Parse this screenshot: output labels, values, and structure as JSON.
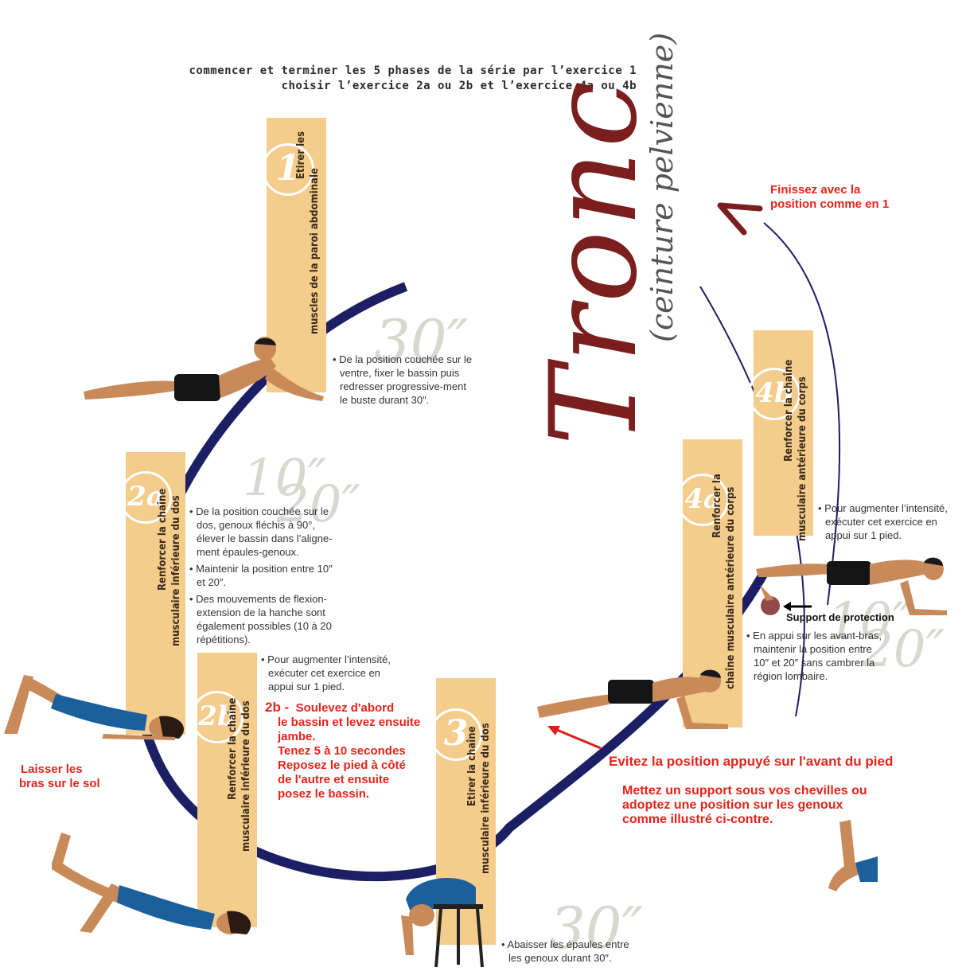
{
  "header": {
    "line1": "commencer et terminer les 5 phases de la série par l’exercice 1",
    "line2": "choisir l’exercice 2a ou 2b et l’exercice 4a ou 4b"
  },
  "title": {
    "main": "Tronc",
    "sub": "(ceinture pelvienne)"
  },
  "exercises": {
    "e1": {
      "num": "1",
      "verb": "Etirer les",
      "target": "muscles de la paroi abdominale",
      "timer": "30″",
      "notes": [
        "De la position couchée sur le ventre, fixer le bassin puis redresser progressive-ment le buste durant 30″."
      ]
    },
    "e2a": {
      "num": "2a",
      "verb": "Renforcer la chaîne",
      "target": "musculaire inférieure du dos",
      "timer1": "10″",
      "timer2": "20″",
      "notes": [
        "De la position couchée sur le dos, genoux fléchis à 90°, élever le bassin dans l’aligne-ment épaules-genoux.",
        "Maintenir la position entre 10″ et 20″.",
        "Des mouvements de flexion-extension de la hanche sont également possibles (10 à 20 répétitions)."
      ]
    },
    "e2b": {
      "num": "2b",
      "verb": "Renforcer la chaîne",
      "target": "musculaire inférieure du dos",
      "notes": [
        "Pour augmenter l’intensité, exécuter cet exercice en appui sur 1 pied."
      ]
    },
    "e3": {
      "num": "3",
      "verb": "Etirer la chaîne",
      "target": "musculaire inférieure du dos",
      "timer": "30″",
      "notes": [
        "Abaisser les épaules entre les genoux durant 30″."
      ]
    },
    "e4a": {
      "num": "4a",
      "verb": "Renforcer la",
      "target": "chaîne musculaire antérieure du corps",
      "timer1": "10″",
      "timer2": "20″",
      "notes": [
        "En appui sur les avant-bras, maintenir la position entre 10″ et 20″ sans cambrer la région lombaire."
      ]
    },
    "e4b": {
      "num": "4b",
      "verb": "Renforcer la chaîne",
      "target": "musculaire antérieure du corps",
      "notes": [
        "Pour augmenter l’intensité, exécuter cet exercice en appui sur 1 pied."
      ]
    }
  },
  "annotations": {
    "finish": [
      "Finissez avec la",
      "position comme en 1"
    ],
    "arms": [
      "Laisser les",
      "bras sur le sol"
    ],
    "e2b_prefix": "2b -",
    "e2b_lines": [
      "Soulevez d'abord",
      "le bassin et levez ensuite",
      "jambe.",
      "Tenez 5 à 10 secondes",
      "Reposez le pied à côté",
      "de l'autre et ensuite",
      "posez le bassin."
    ],
    "support": "Support de protection",
    "avoid": "Evitez la position appuyé sur l'avant du pied",
    "advice": [
      "Mettez un support sous vos chevilles ou",
      "adoptez une position sur les genoux",
      "comme illustré ci-contre."
    ]
  },
  "colors": {
    "accent_bar": "#f4cc8c",
    "arc": "#1c1f63",
    "title": "#7a1e1e",
    "annotation": "#e8231a"
  }
}
